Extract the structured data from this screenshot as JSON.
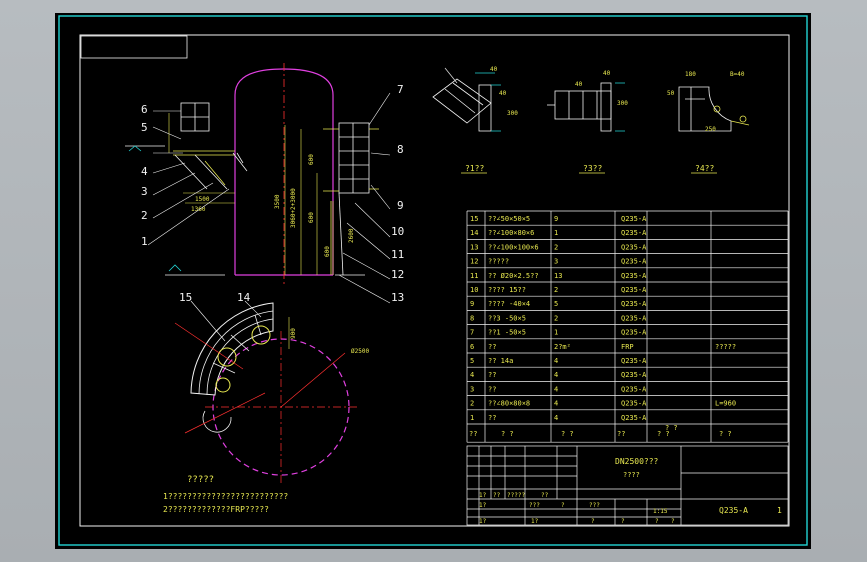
{
  "views": {
    "v1_label": "?1??",
    "v2_label": "?3??",
    "v3_label": "?4??"
  },
  "elevation": {
    "callouts": [
      "6",
      "5",
      "4",
      "3",
      "2",
      "1",
      "7",
      "8",
      "9",
      "10",
      "11",
      "12",
      "13"
    ],
    "dims": {
      "h1500": "1500",
      "h1360": "1360",
      "v3500": "3500",
      "v3060": "3060+2+3000",
      "v2600": "2600",
      "v600a": "600",
      "v600b": "600",
      "v600c": "600"
    }
  },
  "plan": {
    "callouts": [
      "15",
      "14"
    ],
    "dims": {
      "d2500": "Ø2500",
      "d900": "900"
    }
  },
  "notes": {
    "title": "?????",
    "line1": "1?????????????????????????",
    "line2": "2?????????????FRP?????"
  },
  "bom": {
    "rows": [
      [
        "15",
        "??∠50×50×5",
        "9",
        "Q235-A",
        ""
      ],
      [
        "14",
        "??∠100×80×6",
        "1",
        "Q235-A",
        ""
      ],
      [
        "13",
        "??∠100×100×6",
        "2",
        "Q235-A",
        ""
      ],
      [
        "12",
        "?????",
        "3",
        "Q235-A",
        ""
      ],
      [
        "11",
        "?? Ø20×2.5??",
        "13",
        "Q235-A",
        ""
      ],
      [
        "10",
        "???? 15??",
        "2",
        "Q235-A",
        ""
      ],
      [
        "9",
        "???? -40×4",
        "5",
        "Q235-A",
        ""
      ],
      [
        "8",
        "??3 -50×5",
        "2",
        "Q235-A",
        ""
      ],
      [
        "7",
        "??1 -50×5",
        "1",
        "Q235-A",
        ""
      ],
      [
        "6",
        "??",
        "2?m²",
        "FRP",
        "?????"
      ],
      [
        "5",
        "?? 14a",
        "4",
        "Q235-A",
        ""
      ],
      [
        "4",
        "??",
        "4",
        "Q235-A",
        ""
      ],
      [
        "3",
        "??",
        "4",
        "Q235-A",
        ""
      ],
      [
        "2",
        "??∠80×80×8",
        "4",
        "Q235-A",
        "L=960"
      ],
      [
        "1",
        "??",
        "4",
        "Q235-A",
        ""
      ]
    ],
    "header": [
      "??",
      "? ?",
      "? ?",
      "??",
      "? ?",
      "? ?"
    ],
    "header2": "? ?"
  },
  "titleblock": {
    "drawing_title": "DN2500???",
    "drawing_sub": "????",
    "material": "Q235-A",
    "sheet": "1",
    "scale": "1:15",
    "small": [
      "1?",
      "??",
      "?????",
      "??",
      "1?",
      "???",
      "?",
      "???",
      "1?",
      "1?",
      "?",
      "?",
      "?",
      "?"
    ]
  }
}
